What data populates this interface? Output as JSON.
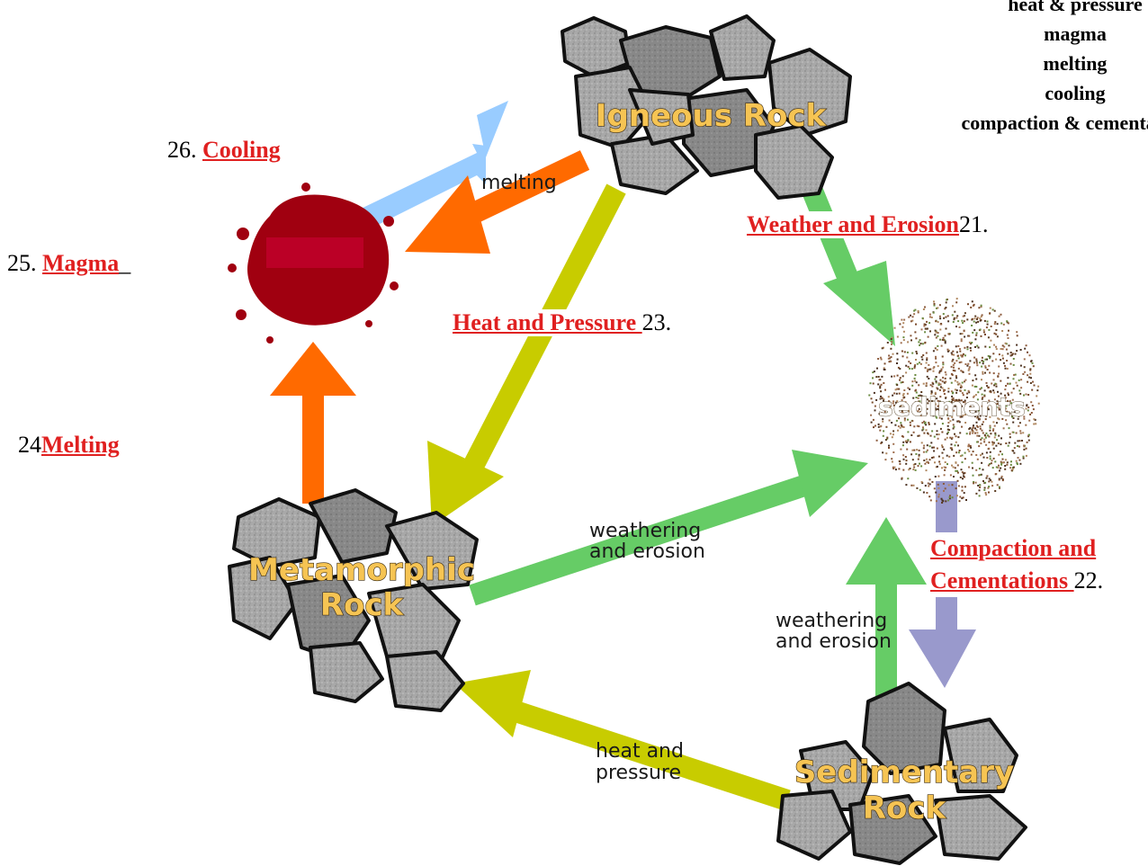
{
  "word_bank": [
    "heat & pressure",
    "magma",
    "melting",
    "cooling",
    "compaction & cementation"
  ],
  "nodes": {
    "igneous": "Igneous Rock",
    "metamorphic_line1": "Metamorphic",
    "metamorphic_line2": "Rock",
    "sedimentary_line1": "Sedimentary",
    "sedimentary_line2": "Rock",
    "sediments": "sediments"
  },
  "arrow_labels": {
    "melting": "melting",
    "weathering_mid_1": "weathering",
    "weathering_mid_2": "and erosion",
    "weathering_right_1": "weathering",
    "weathering_right_2": "and erosion",
    "heat_1": "heat and",
    "heat_2": "pressure"
  },
  "answers": {
    "a21": {
      "answer": "Weather and Erosion",
      "number": "21."
    },
    "a22": {
      "answer_line1": "Compaction and",
      "answer_line2": "Cementations ",
      "number": "22."
    },
    "a23": {
      "answer": "Heat and Pressure ",
      "number": "23."
    },
    "a24": {
      "number": "24",
      "answer": "Melting"
    },
    "a25": {
      "number": "25.",
      "answer": "Magma",
      "suffix": "_"
    },
    "a26": {
      "number": "26.",
      "answer": "Cooling"
    }
  },
  "colors": {
    "answer_red": "#e02020",
    "arrow_orange": "#ff6a00",
    "arrow_yellow_green": "#c8cc00",
    "arrow_green": "#66cc66",
    "arrow_light_blue": "#99ccff",
    "arrow_lavender": "#9999cc",
    "magma_red": "#a00010"
  }
}
